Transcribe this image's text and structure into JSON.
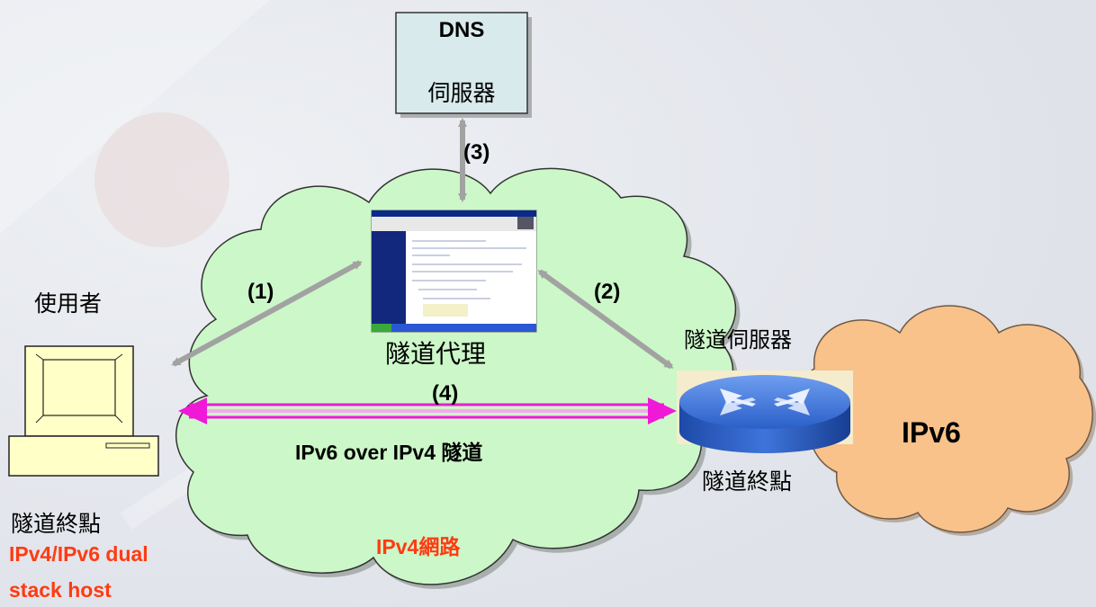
{
  "dns_box": {
    "line1": "DNS",
    "line2": "伺服器"
  },
  "steps": {
    "s1": "(1)",
    "s2": "(2)",
    "s3": "(3)",
    "s4": "(4)"
  },
  "user_label": "使用者",
  "tunnel_broker_label": "隧道代理",
  "tunnel_server_label": "隧道伺服器",
  "tunnel_label": "IPv6 over IPv4 隧道",
  "ipv6_cloud_label": "IPv6",
  "tunnel_endpoint_right": "隧道終點",
  "ipv4_network_label": "IPv4網路",
  "host": {
    "endpoint_label": "隧道終點",
    "type_line1": "IPv4/IPv6 dual",
    "type_line2": "stack host"
  },
  "colors": {
    "ipv4_cloud": "#ccf7c8",
    "ipv6_cloud": "#f9c28b",
    "dns_box": "#d8eaec",
    "arrow_gray": "#a2a2a2",
    "tunnel_magenta": "#f019d8",
    "highlight_text": "#ff3b12",
    "router_blue": "#2a5fc8"
  }
}
